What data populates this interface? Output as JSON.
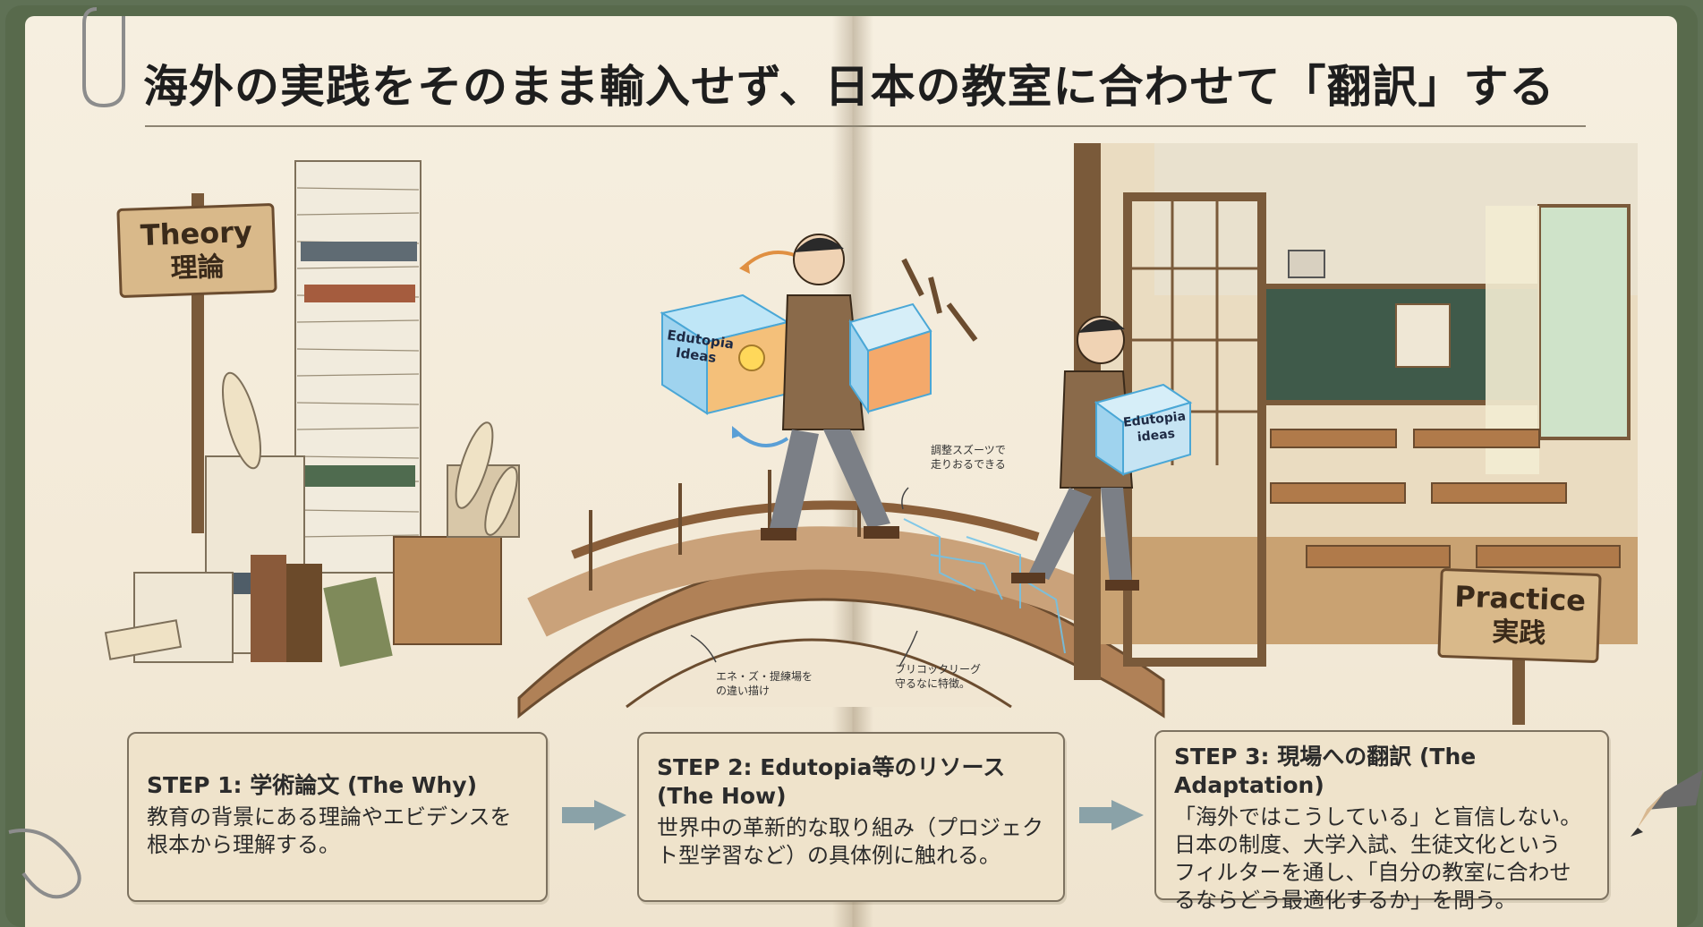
{
  "title": "海外の実践をそのまま輸入せず、日本の教室に合わせて「翻訳」する",
  "signs": {
    "theory": {
      "en": "Theory",
      "ja": "理論"
    },
    "practice": {
      "en": "Practice",
      "ja": "実践"
    }
  },
  "boxes": {
    "left_box": {
      "line1": "Edutopia",
      "line2": "Ideas"
    },
    "right_box": {
      "line1": "Edutopia",
      "line2": "ideas"
    }
  },
  "annotations": {
    "a1": "調整スズーツで\n走りおるできる",
    "a2": "エネ・ズ・提練場を\nの違い描け",
    "a3": "ブリコックリーグ\n守るなに特徴。"
  },
  "steps": [
    {
      "title": "STEP 1: 学術論文 (The Why)",
      "body": "教育の背景にある理論やエビデンスを\n根本から理解する。"
    },
    {
      "title": "STEP 2: Edutopia等のリソース\n        (The How)",
      "body": "世界中の革新的な取り組み（プロジェク\nト型学習など）の具体例に触れる。"
    },
    {
      "title": "STEP 3: 現場への翻訳 (The Adaptation)",
      "body": "「海外ではこうしている」と盲信しない。\n日本の制度、大学入試、生徒文化という\nフィルターを通し、「自分の教室に合わせ\nるならどう最適化するか」を問う。"
    }
  ],
  "colors": {
    "paper": "#f4ecdb",
    "cover": "#586a4c",
    "card_fill": "#efe3cb",
    "card_border": "#7d7260",
    "arrow": "#8aa2a8",
    "glow": "#6fc3ea"
  }
}
